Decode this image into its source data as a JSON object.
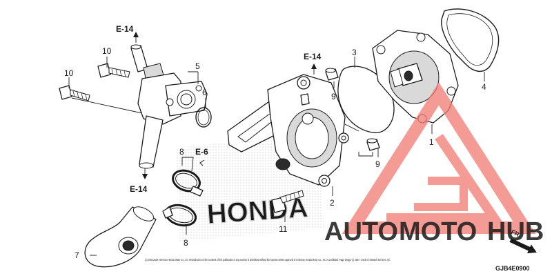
{
  "diagram": {
    "callouts": {
      "c1": "1",
      "c2": "2",
      "c3": "3",
      "c4": "4",
      "c5": "5",
      "c6": "6",
      "c7": "7",
      "c8a": "8",
      "c8b": "8",
      "c9a": "9",
      "c9b": "9",
      "c10a": "10",
      "c10b": "10",
      "c11": "11"
    },
    "references": {
      "e14_top": "E-14",
      "e14_mid": "E-14",
      "e14_bottom": "E-14",
      "e6": "E-6"
    },
    "direction_label": "FR.",
    "diagram_code": "GJB4E0900",
    "copyright": "(c) 2003-2018 American Honda Motor Co., Inc. Reproduction of the contents of this publication in any manner is prohibited without the express written approval of American Honda Motor Co., Inc. is prohibited. Page design (c) 2004 - 2018 Ari Network Services, Inc."
  },
  "watermark": {
    "part1": "AUTO",
    "part2": "MOTO",
    "part3": "HUB",
    "colors": {
      "auto": "#f2b24a",
      "moto": "#f0857a",
      "hub": "#555555",
      "logo": "#f27a72"
    }
  }
}
